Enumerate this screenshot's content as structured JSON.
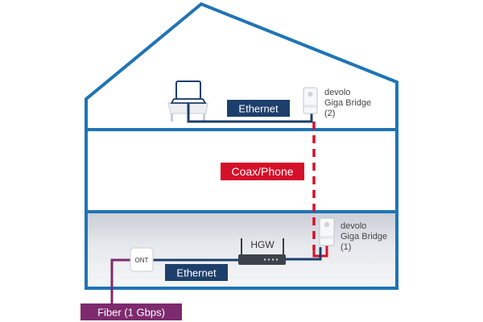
{
  "labels": {
    "ethernet_top": "Ethernet",
    "coax_phone": "Coax/Phone",
    "ethernet_bottom": "Ethernet",
    "fiber": "Fiber (1 Gbps)",
    "ont": "ONT",
    "hgw": "HGW",
    "bridge_top": {
      "line1": "devolo",
      "line2": "Giga Bridge",
      "line3": "(2)"
    },
    "bridge_bottom": {
      "line1": "devolo",
      "line2": "Giga Bridge",
      "line3": "(1)"
    }
  },
  "colors": {
    "house_outline": "#1f74b5",
    "ethernet_badge": "#1d3f6b",
    "coax_badge": "#d5102a",
    "fiber_badge": "#7d2b6e",
    "cable_blue": "#1d3f6b",
    "cable_red": "#d5102a",
    "cable_purple": "#7d2b6e",
    "basement_fill": "#e4e7eb"
  }
}
